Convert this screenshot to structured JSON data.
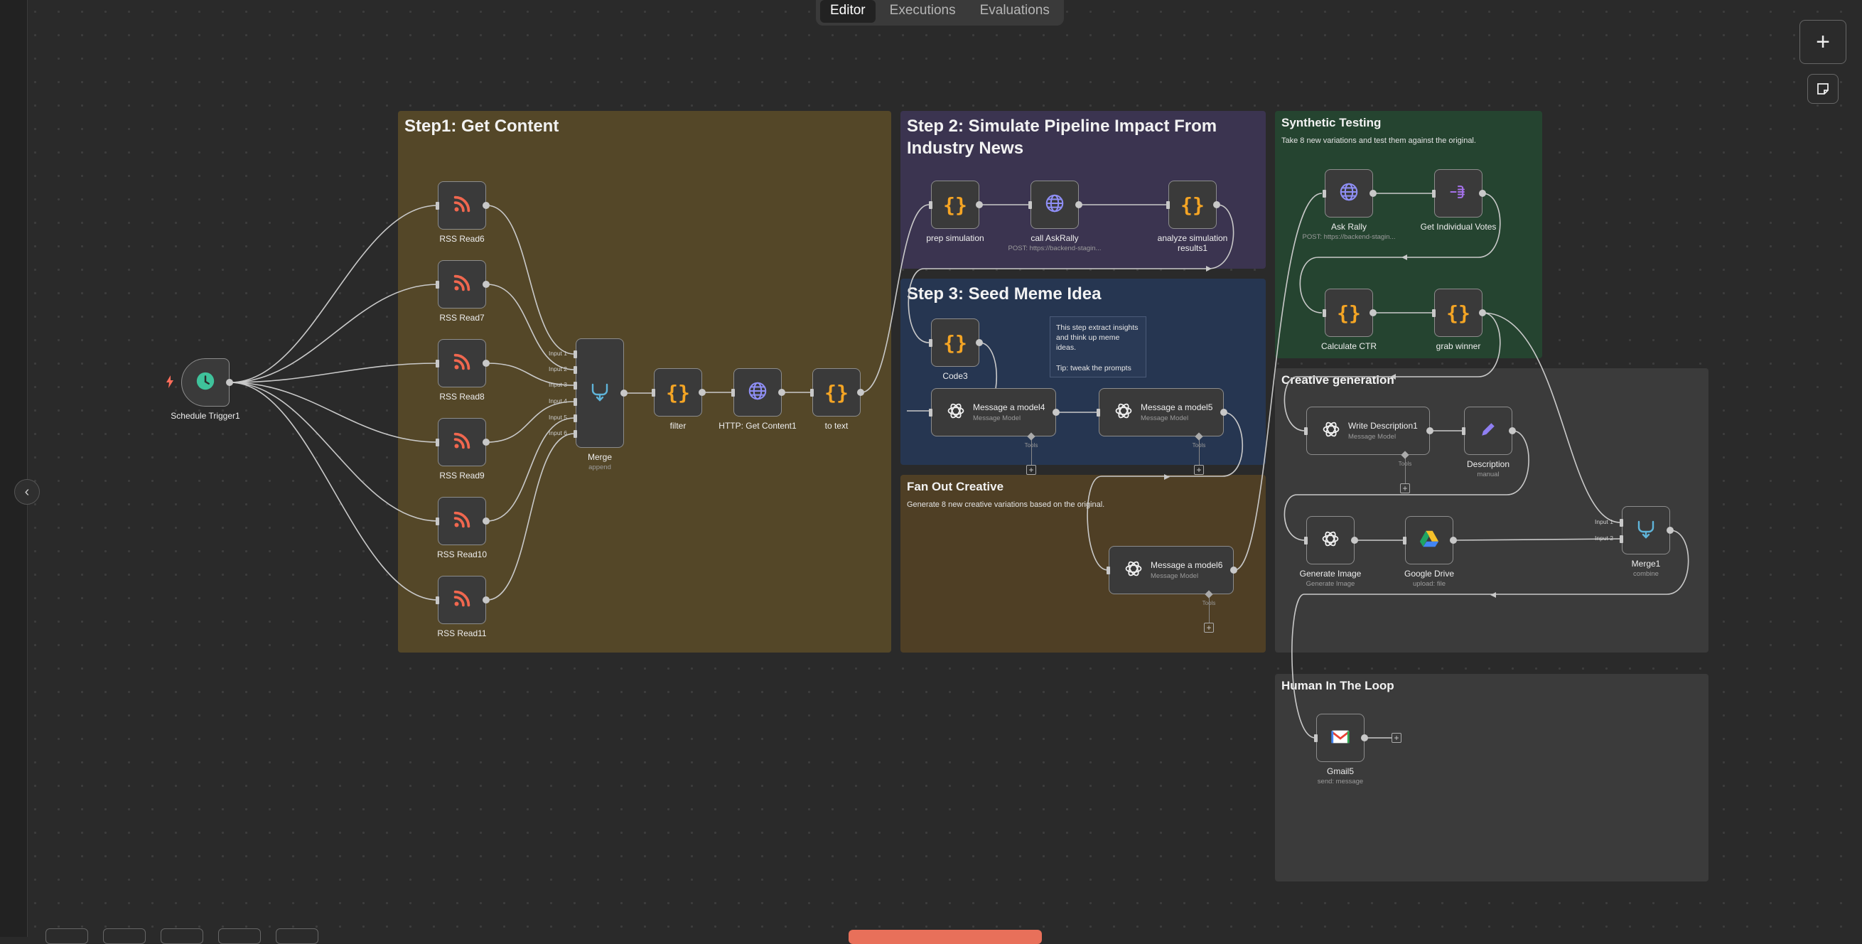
{
  "tabs": [
    "Editor",
    "Executions",
    "Evaluations"
  ],
  "colors": {
    "step1": "#544728",
    "step2": "#3b3450",
    "step3": "#263651",
    "synthetic": "#254430",
    "fanout": "#4f3f25",
    "creative": "#3b3b3b",
    "human": "#3b3b3b"
  },
  "groups": {
    "step1": {
      "title": "Step1: Get Content"
    },
    "step2": {
      "title": "Step 2: Simulate Pipeline Impact From Industry News"
    },
    "step3": {
      "title": "Step 3: Seed Meme Idea"
    },
    "synthetic": {
      "title": "Synthetic Testing",
      "subtitle": "Take 8 new variations and test them against the original."
    },
    "fanout": {
      "title": "Fan Out Creative",
      "subtitle": "Generate 8 new creative variations based on the original."
    },
    "creative": {
      "title": "Creative generation"
    },
    "human": {
      "title": "Human In The Loop"
    }
  },
  "note": {
    "text": "This step extract insights and think up meme ideas.\n\nTip: tweak the prompts"
  },
  "nodes": {
    "schedule": {
      "label": "Schedule Trigger1",
      "icon": "clock-icon"
    },
    "rss6": {
      "label": "RSS Read6",
      "icon": "rss-icon"
    },
    "rss7": {
      "label": "RSS Read7",
      "icon": "rss-icon"
    },
    "rss8": {
      "label": "RSS Read8",
      "icon": "rss-icon"
    },
    "rss9": {
      "label": "RSS Read9",
      "icon": "rss-icon"
    },
    "rss10": {
      "label": "RSS Read10",
      "icon": "rss-icon"
    },
    "rss11": {
      "label": "RSS Read11",
      "icon": "rss-icon"
    },
    "merge": {
      "label": "Merge",
      "sub": "append",
      "inputs": [
        "Input 1",
        "Input 2",
        "Input 3",
        "Input 4",
        "Input 5",
        "Input 6"
      ]
    },
    "filter": {
      "label": "filter"
    },
    "http": {
      "label": "HTTP: Get Content1"
    },
    "totext": {
      "label": "to text"
    },
    "prep": {
      "label": "prep simulation"
    },
    "askrally1": {
      "label": "call AskRally",
      "sub": "POST: https://backend-stagin..."
    },
    "analyze": {
      "label": "analyze simulation",
      "label2": "results1"
    },
    "code3": {
      "label": "Code3"
    },
    "model4": {
      "title": "Message a model4",
      "sub": "Message Model",
      "tools": "Tools"
    },
    "model5": {
      "title": "Message a model5",
      "sub": "Message Model",
      "tools": "Tools"
    },
    "model6": {
      "title": "Message a model6",
      "sub": "Message Model",
      "tools": "Tools"
    },
    "askrally": {
      "label": "Ask Rally",
      "sub": "POST: https://backend-stagin..."
    },
    "votes": {
      "label": "Get Individual Votes"
    },
    "ctr": {
      "label": "Calculate CTR"
    },
    "winner": {
      "label": "grab winner"
    },
    "writedesc": {
      "title": "Write Description1",
      "sub": "Message Model",
      "tools": "Tools"
    },
    "description": {
      "label": "Description",
      "sub": "manual"
    },
    "genimage": {
      "label": "Generate Image",
      "sub": "Generate Image"
    },
    "gdrive": {
      "label": "Google Drive",
      "sub": "upload: file"
    },
    "merge1": {
      "label": "Merge1",
      "sub": "combine",
      "inputs": [
        "Input 1",
        "Input 2"
      ]
    },
    "gmail": {
      "label": "Gmail5",
      "sub": "send: message"
    }
  }
}
